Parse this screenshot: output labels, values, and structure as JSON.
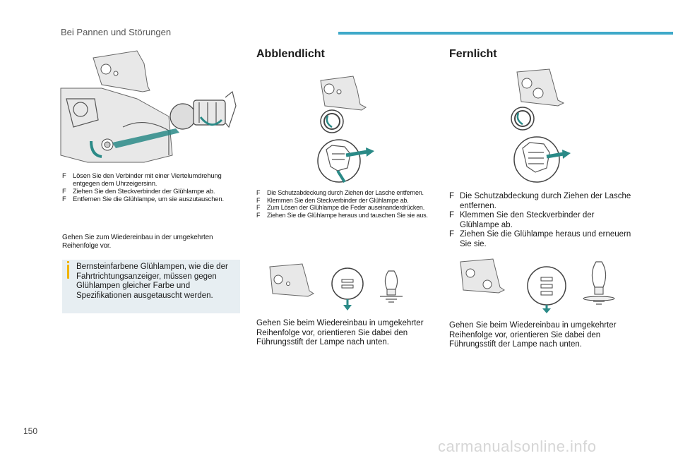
{
  "header": {
    "title": "Bei Pannen und Störungen",
    "accent_color": "#3fa9c9"
  },
  "page_number": "150",
  "footer_watermark": "carmanualsonline.info",
  "col1": {
    "steps": [
      "Lösen Sie den Verbinder mit einer Viertelumdrehung entgegen dem Uhrzeigersinn.",
      "Ziehen Sie den Steckverbinder der Glühlampe ab.",
      "Entfernen Sie die Glühlampe, um sie auszutauschen."
    ],
    "reinstall_note": "Gehen Sie zum Wiedereinbau in der umgekehrten Reihenfolge vor.",
    "info_box": "Bernsteinfarbene Glühlampen, wie die der Fahrtrichtungsanzeiger, müssen gegen Glühlampen gleicher Farbe und Spezifikationen ausgetauscht werden."
  },
  "col2": {
    "title": "Abblendlicht",
    "steps": [
      "Die Schutzabdeckung durch Ziehen der Lasche entfernen.",
      "Klemmen Sie den Steckverbinder der Glühlampe ab.",
      "Zum Lösen der Glühlampe die Feder auseinanderdrücken.",
      "Ziehen Sie die Glühlampe heraus und tauschen Sie sie aus."
    ],
    "reinstall_note": "Gehen Sie beim Wiedereinbau in umgekehrter Reihenfolge vor, orientieren Sie dabei den Führungsstift der Lampe nach unten."
  },
  "col3": {
    "title": "Fernlicht",
    "steps": [
      "Die Schutzabdeckung durch Ziehen der Lasche entfernen.",
      "Klemmen Sie den Steckverbinder der Glühlampe ab.",
      "Ziehen Sie die Glühlampe heraus und erneuern Sie sie."
    ],
    "reinstall_note": "Gehen Sie beim Wiedereinbau in umgekehrter Reihenfolge vor, orientieren Sie dabei den Führungsstift der Lampe nach unten."
  },
  "bullet_glyph": "F",
  "icons": {
    "info": "info-icon",
    "arrow": "arrow-icon"
  }
}
